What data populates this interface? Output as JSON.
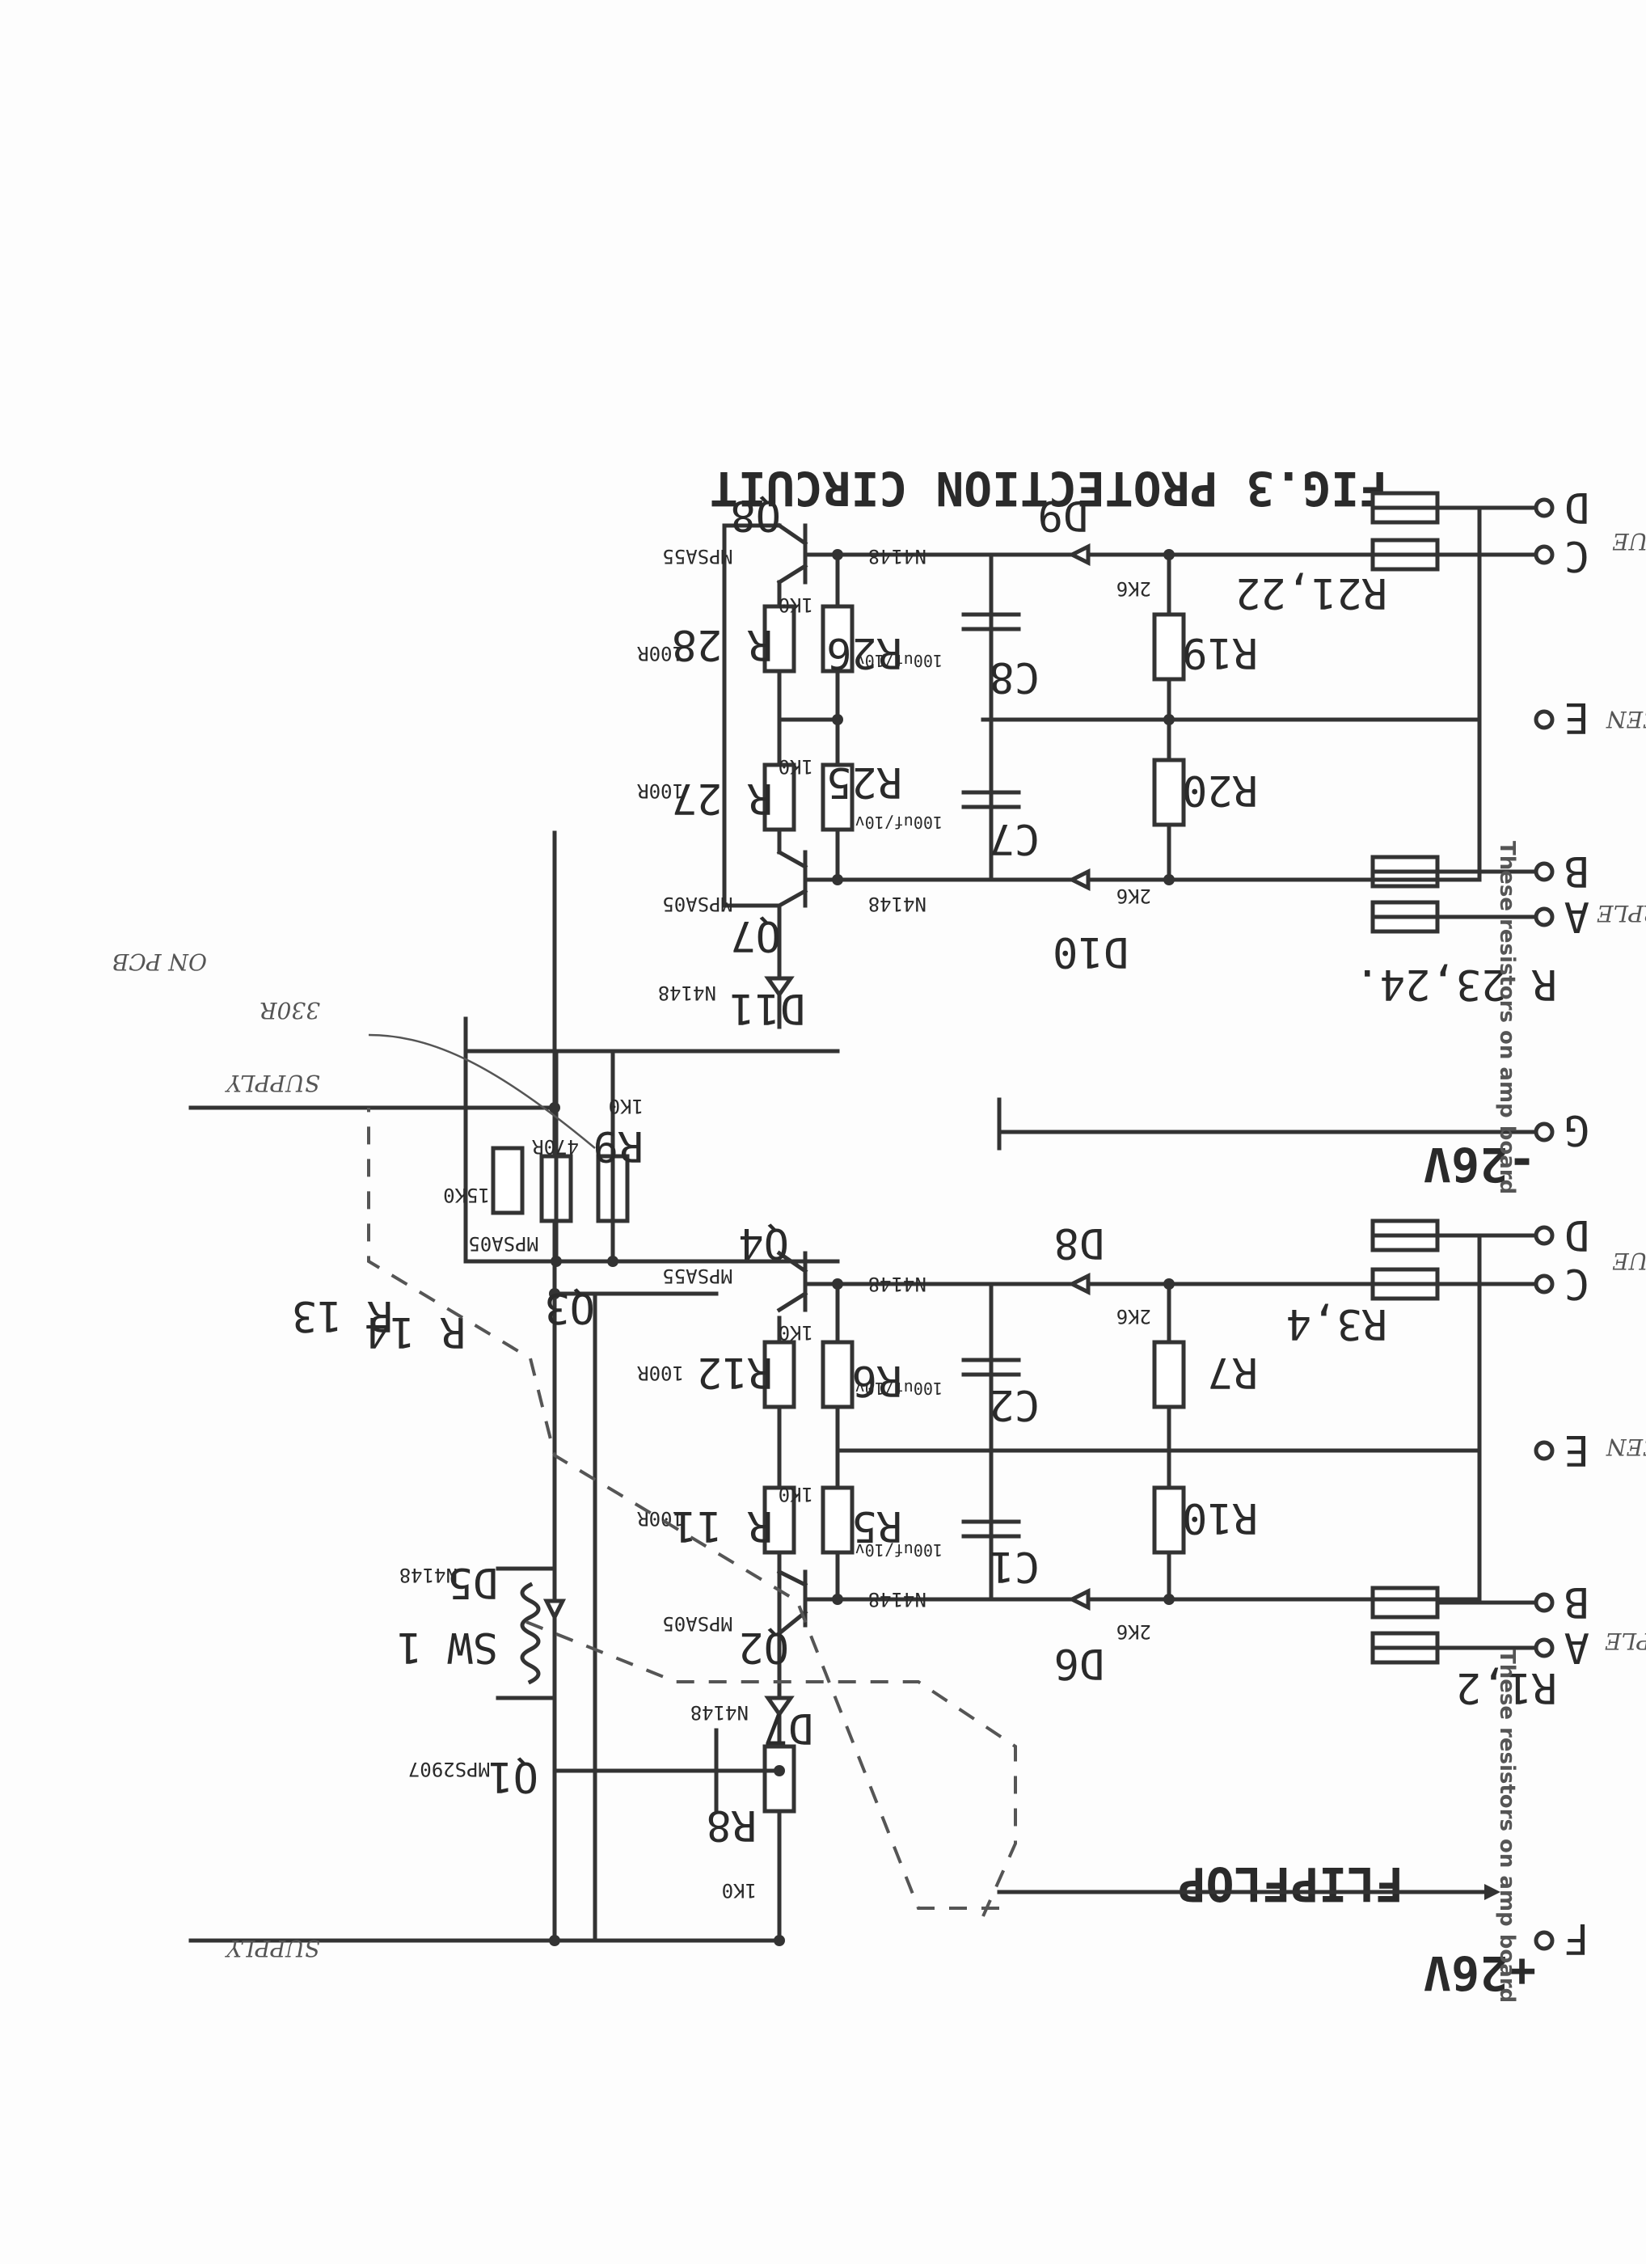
{
  "title": "FIG.3  PROTECTION  CIRCUIT",
  "note": "These resistors on amp board",
  "terminals": {
    "a": "A",
    "b": "B",
    "c": "C",
    "d": "D",
    "e": "E",
    "f": "F",
    "g": "G"
  },
  "rails": {
    "pos": "+26V",
    "neg": "-26V",
    "flipflop": "FLIPFLOP",
    "supply": "SUPPLY"
  },
  "upper": {
    "r_in": "R 23,24.",
    "r_cd": "R21,22",
    "r19": "R19",
    "r20": "R20",
    "r25": "R25",
    "r26": "R26",
    "r27": "R 27",
    "r28": "R 28",
    "c7": "C7",
    "c8": "C8",
    "d9": "D9",
    "d10": "D10",
    "d11": "D11",
    "q7": "Q7",
    "q8": "Q8",
    "v_2k6": "2K6",
    "v_1k0": "1K0",
    "v_100r": "100R",
    "v_cap": "100uf/10v",
    "n4148": "N4148",
    "mpsa05": "MPSA05",
    "mpsa55": "MPSA55"
  },
  "lower": {
    "r1": "R1,2",
    "r34": "R3,4",
    "r7": "R7",
    "r10": "R10",
    "r5": "R5",
    "r6": "R6",
    "r11": "R 11",
    "r12": "R12",
    "r8": "R8",
    "c1": "C1",
    "c2": "C2",
    "d5": "D5",
    "d6": "D6",
    "d7": "D7",
    "d8": "D8",
    "q1": "Q1",
    "q2": "Q2",
    "q4": "Q4",
    "sw": "SW 1",
    "mps2907": "MPS2907"
  },
  "middle": {
    "r13": "R 13",
    "r14": "R 14",
    "r9": "R9",
    "q3": "Q3",
    "v_15k0": "15K0",
    "v_470r": "470R",
    "v_1k0": "1K0"
  },
  "handwritten": {
    "blue": "BLUE",
    "green": "GREEN",
    "purple": "PURPLE",
    "r330": "330R",
    "on_pcb": "ON PCB",
    "supply": "SUPPLY"
  }
}
